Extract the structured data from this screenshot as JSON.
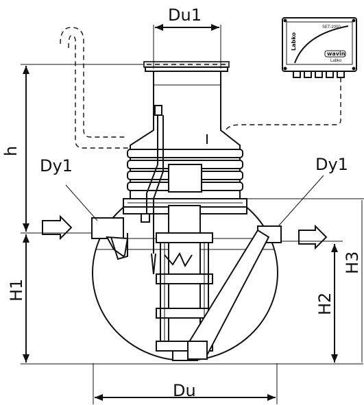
{
  "labels": {
    "du1": "Du1",
    "du": "Du",
    "dy1_left": "Dy1",
    "dy1_right": "Dy1",
    "h": "h",
    "h1": "H1",
    "h2": "H2",
    "h3": "H3"
  },
  "control_panel": {
    "model": "SET-2000",
    "brand_vertical": "Labko",
    "logo_top": "wavin",
    "logo_bottom": "Labko"
  }
}
